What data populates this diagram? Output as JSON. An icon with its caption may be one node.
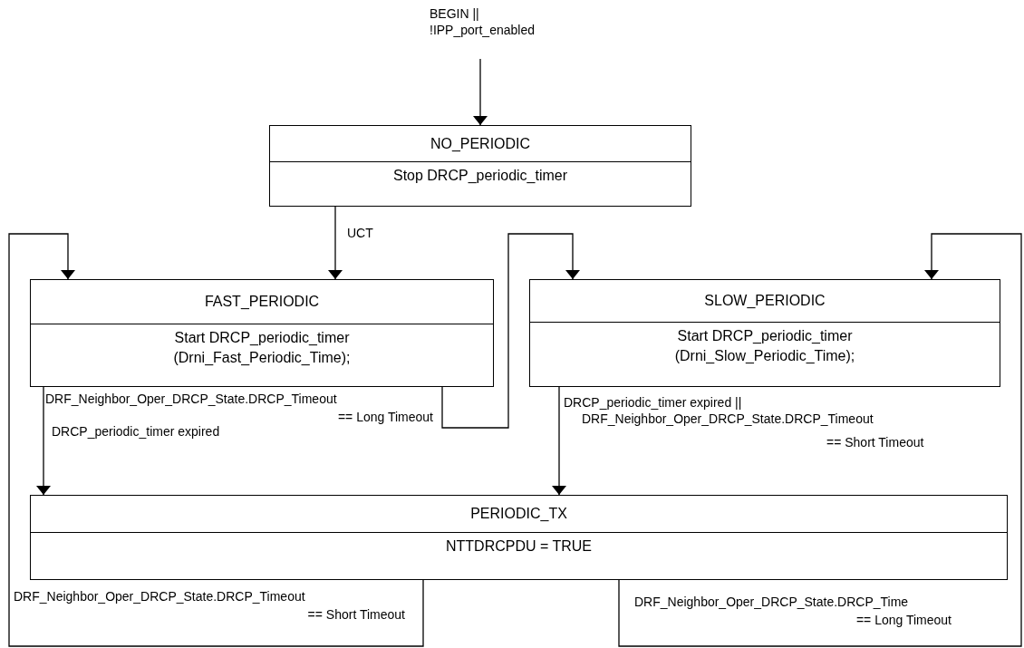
{
  "diagram": {
    "nodes": [
      {
        "text": [
          "NO_PERIODIC",
          "Stop DRCP_periodic_timer"
        ]
      },
      {
        "text": [
          "FAST_PERIODIC",
          "Start DRCP_periodic_timer (Drni_Fast_Periodic_Time);"
        ]
      },
      {
        "text": [
          "SLOW_PERIODIC",
          "Start DRCP_periodic_timer (Drni_Slow_Periodic_Time);"
        ]
      },
      {
        "text": [
          "PERIODIC_TX",
          "NTTDRCPDU = TRUE"
        ]
      }
    ],
    "edges": [
      {
        "from": null,
        "to": 0,
        "arrow": "to",
        "label": "BEGIN || !IPP_port_enabled"
      },
      {
        "from": 0,
        "to": 1,
        "arrow": "to",
        "label": "UCT"
      },
      {
        "from": 1,
        "to": 2,
        "arrow": "to",
        "label": "DRF_Neighbor_Oper_DRCP_State.DRCP_Timeout == Long Timeout"
      },
      {
        "from": 1,
        "to": 3,
        "arrow": "to",
        "label": "DRCP_periodic_timer expired"
      },
      {
        "from": 2,
        "to": 3,
        "arrow": "to",
        "label": "DRCP_periodic_timer expired || DRF_Neighbor_Oper_DRCP_State.DRCP_Timeout == Short Timeout"
      },
      {
        "from": 3,
        "to": 1,
        "arrow": "to",
        "label": "DRF_Neighbor_Oper_DRCP_State.DRCP_Timeout == Short Timeout"
      },
      {
        "from": 3,
        "to": 2,
        "arrow": "to",
        "label": "DRF_Neighbor_Oper_DRCP_State.DRCP_Time == Long Timeout"
      }
    ]
  }
}
